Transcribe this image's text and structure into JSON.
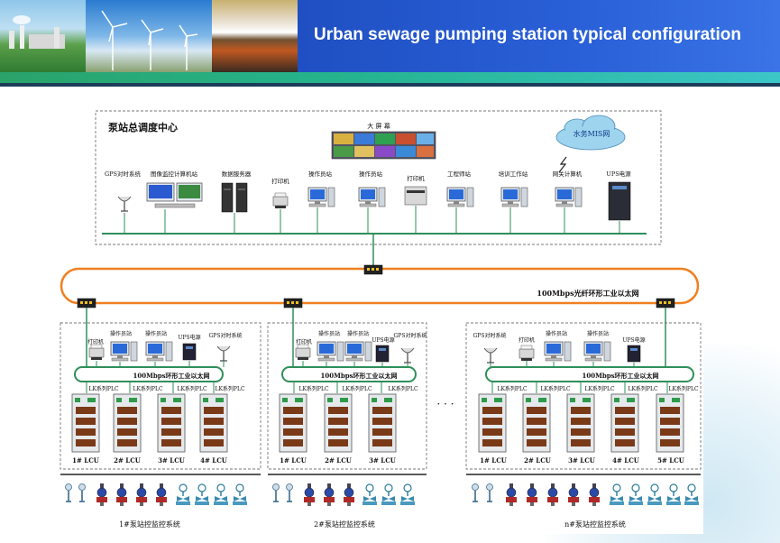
{
  "header": {
    "title": "Urban sewage pumping station typical configuration"
  },
  "center": {
    "title": "泵站总调度中心",
    "big_screen": "大 屏 幕",
    "mis_cloud": "水务MIS网",
    "devices": [
      "GPS对时系统",
      "图像监控计算机站",
      "数据服务器",
      "打印机",
      "操作员站",
      "操作员站",
      "打印机",
      "工程师站",
      "培训工作站",
      "网关计算机",
      "UPS电源"
    ]
  },
  "ring_label": "100Mbps光纤环形工业以太网",
  "ellipsis": "· · ·",
  "stations": [
    {
      "name": "1#泵站控监控系统",
      "net": "100Mbps环形工业以太网",
      "devices": [
        "打印机",
        "操作员站",
        "操作员站",
        "UPS电源",
        "GPS对时系统"
      ],
      "plc": [
        "LK系列PLC",
        "LK系列PLC",
        "LK系列PLC",
        "LK系列PLC"
      ],
      "lcu": [
        "1# LCU",
        "2# LCU",
        "3# LCU",
        "4# LCU"
      ]
    },
    {
      "name": "2#泵站控监控系统",
      "net": "100Mbps环形工业以太网",
      "devices": [
        "打印机",
        "操作员站",
        "操作员站",
        "UPS电源",
        "GPS对时系统"
      ],
      "plc": [
        "LK系列PLC",
        "LK系列PLC",
        "LK系列PLC"
      ],
      "lcu": [
        "1# LCU",
        "2# LCU",
        "3# LCU"
      ]
    },
    {
      "name": "n#泵站控监控系统",
      "net": "100Mbps环形工业以太网",
      "devices": [
        "GPS对时系统",
        "打印机",
        "操作员站",
        "操作员站",
        "UPS电源"
      ],
      "plc": [
        "LK系列PLC",
        "LK系列PLC",
        "LK系列PLC",
        "LK系列PLC",
        "LK系列PLC"
      ],
      "lcu": [
        "1# LCU",
        "2# LCU",
        "3# LCU",
        "4# LCU",
        "5# LCU"
      ]
    }
  ],
  "colors": {
    "title_bar": "#2a60d8",
    "accent": "#2aa36a",
    "ring": "#f08020",
    "bus": "#2f8f5a",
    "cloud": "#9fd4ef"
  }
}
